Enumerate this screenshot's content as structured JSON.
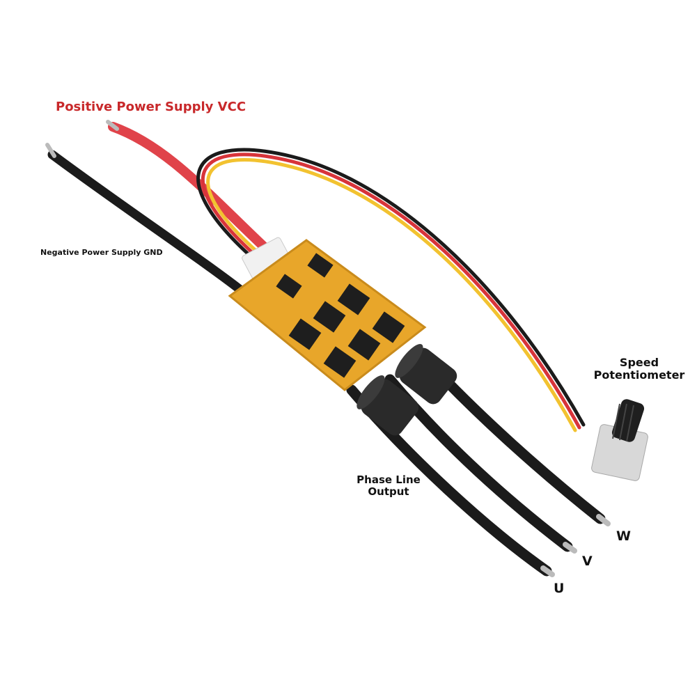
{
  "labels": {
    "vcc": "Positive Power Supply VCC",
    "gnd": "Negative Power Supply GND",
    "speed_line1": "Speed",
    "speed_line2": "Potentiometer",
    "phase_line1": "Phase Line",
    "phase_line2": "Output",
    "u": "U",
    "v": "V",
    "w": "W"
  },
  "colors": {
    "background": "#ffffff",
    "vcc_label": "#c8282a",
    "text": "#111111",
    "pcb": "#e8a62a",
    "wire_black": "#1b1b1b",
    "wire_red": "#e0434a",
    "wire_yellow": "#f2c230"
  }
}
